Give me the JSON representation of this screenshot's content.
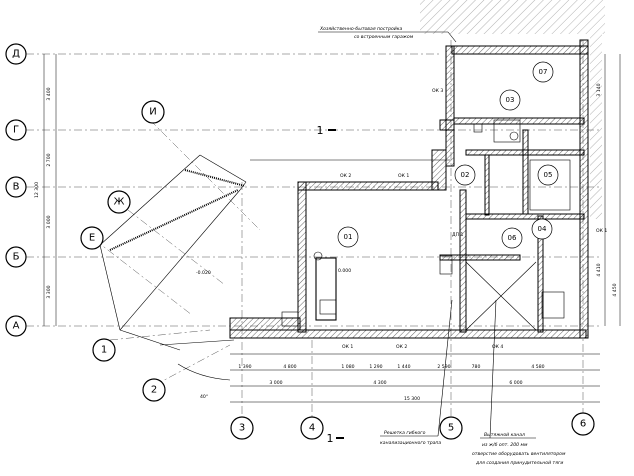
{
  "axes_letters": [
    {
      "label": "Д"
    },
    {
      "label": "Г"
    },
    {
      "label": "В"
    },
    {
      "label": "Б"
    },
    {
      "label": "А"
    }
  ],
  "axes_numbers_bottom": [
    {
      "label": "3"
    },
    {
      "label": "4"
    },
    {
      "label": "5"
    },
    {
      "label": "6"
    }
  ],
  "axes_diagonal": [
    {
      "label": "И"
    },
    {
      "label": "Ж"
    },
    {
      "label": "Е"
    },
    {
      "label": "1"
    },
    {
      "label": "2"
    }
  ],
  "left_dimensions": [
    "3 400",
    "2 700",
    "3 000",
    "3 300",
    "12 300"
  ],
  "right_dimensions": [
    "3 140",
    "4 410",
    "4 450"
  ],
  "bottom_dimensions": {
    "row1": [
      "1 390",
      "4 800",
      "1 080",
      "1 290",
      "1 440",
      "2 590",
      "780",
      "4 580"
    ],
    "row2": [
      "3 000",
      "4 300",
      "6 000"
    ],
    "row3": [
      "15 300"
    ]
  },
  "rooms": [
    {
      "num": "01"
    },
    {
      "num": "02"
    },
    {
      "num": "03"
    },
    {
      "num": "04"
    },
    {
      "num": "05"
    },
    {
      "num": "06"
    },
    {
      "num": "07"
    }
  ],
  "level_marks": [
    "-0.020",
    "0.000"
  ],
  "angle_label": "40°",
  "section_mark": "1",
  "notes": {
    "top": [
      "Хозяйственно-бытовая постройка",
      "со встроенным гаражом"
    ],
    "bottom_left": [
      "Решетка гибкого",
      "канализационного трапа"
    ],
    "bottom_right": [
      "Вытяжной канал",
      "из ж/б опт. 200 мм",
      "отверстие оборудовать вентилятором",
      "для создания принудительной тяги"
    ]
  },
  "window_tags": [
    "ОК 1",
    "ОК 2",
    "ОК 3",
    "ОК 4",
    "ДП 1"
  ]
}
